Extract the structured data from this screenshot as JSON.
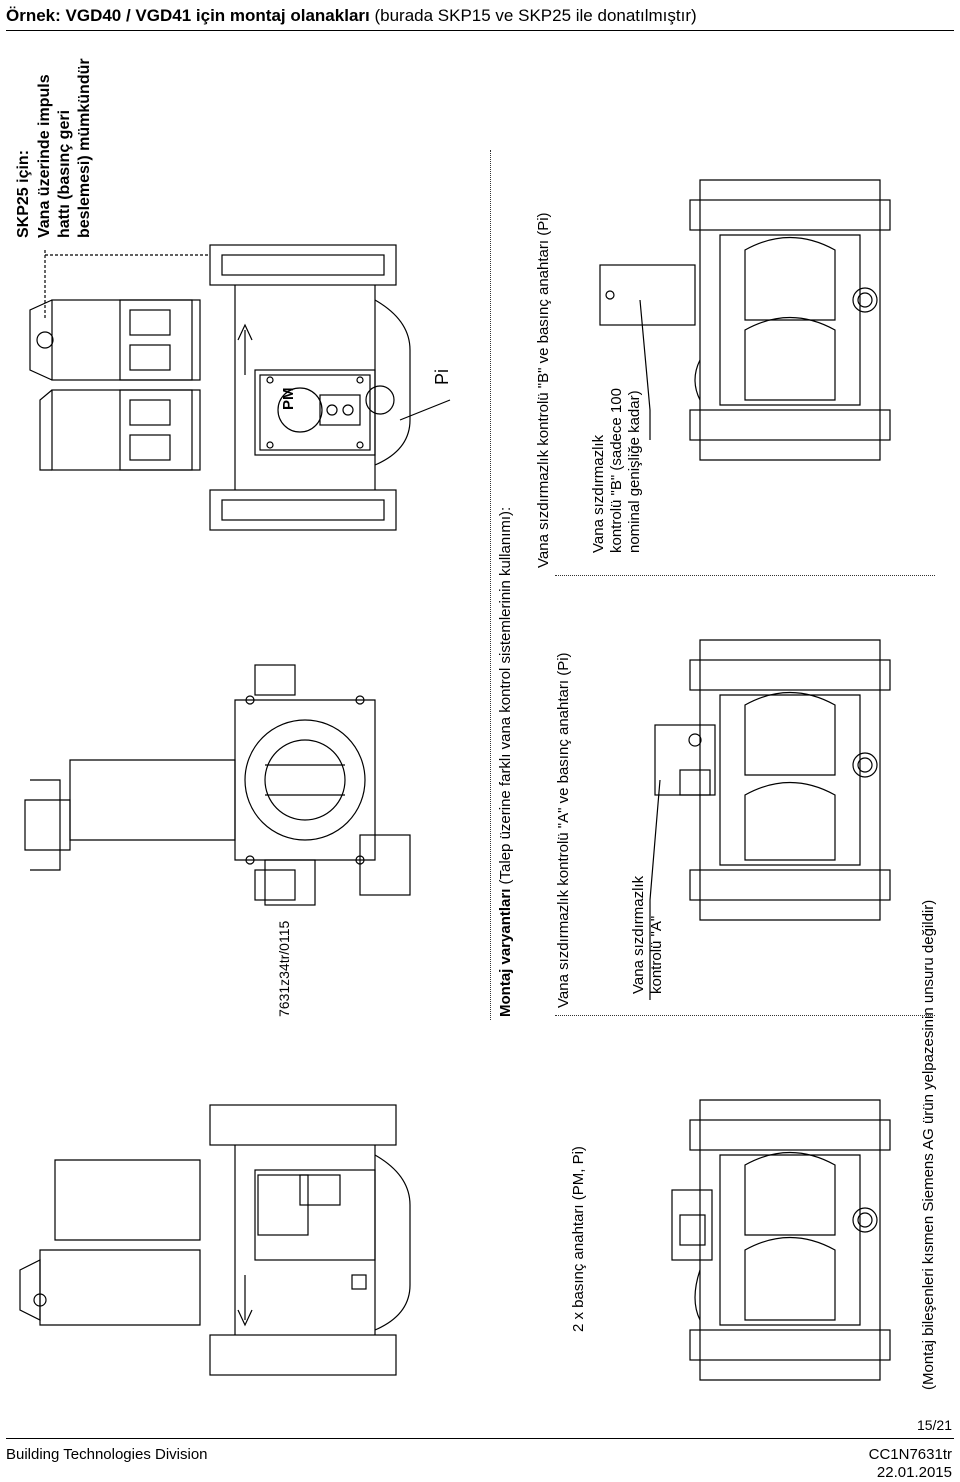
{
  "header": {
    "title_bold": "Örnek: VGD40 / VGD41 için montaj olanakları",
    "title_rest": " (burada SKP15 ve SKP25 ile donatılmıştır)"
  },
  "skp25_note": {
    "line1": "SKP25 için:",
    "line2": "Vana üzerinde impuls",
    "line3": "hattı (basınç geri",
    "line4": "beslemesi) mümkündür"
  },
  "drawing_ref": "7631z34tr/0115",
  "labels": {
    "pm": "PM",
    "pi": "Pi"
  },
  "variants": {
    "heading_bold": "Montaj varyantları",
    "heading_rest": " (Talep üzerine farklı vana kontrol sistemlerinin kullanımı):",
    "v1": "2 x basınç anahtarı (PM, Pi)",
    "v2": "Vana sızdırmazlık kontrolü \"A\" ve basınç anahtarı (Pi)",
    "v2_label_line1": "Vana sızdırmazlık",
    "v2_label_line2": "kontrolü \"A\"",
    "v3": "Vana sızdırmazlık kontrolü \"B\" ve basınç anahtarı (Pi)",
    "v3_label_line1": "Vana sızdırmazlık",
    "v3_label_line2": "kontrolü \"B\" (sadece 100",
    "v3_label_line3": "nominal genişliğe kadar)"
  },
  "disclaimer": "(Montaj bileşenleri kısmen Siemens AG ürün yelpazesinin unsuru değildir)",
  "footer": {
    "page": "15/21",
    "division": "Building Technologies Division",
    "doc_id": "CC1N7631tr",
    "date": "22.01.2015"
  }
}
